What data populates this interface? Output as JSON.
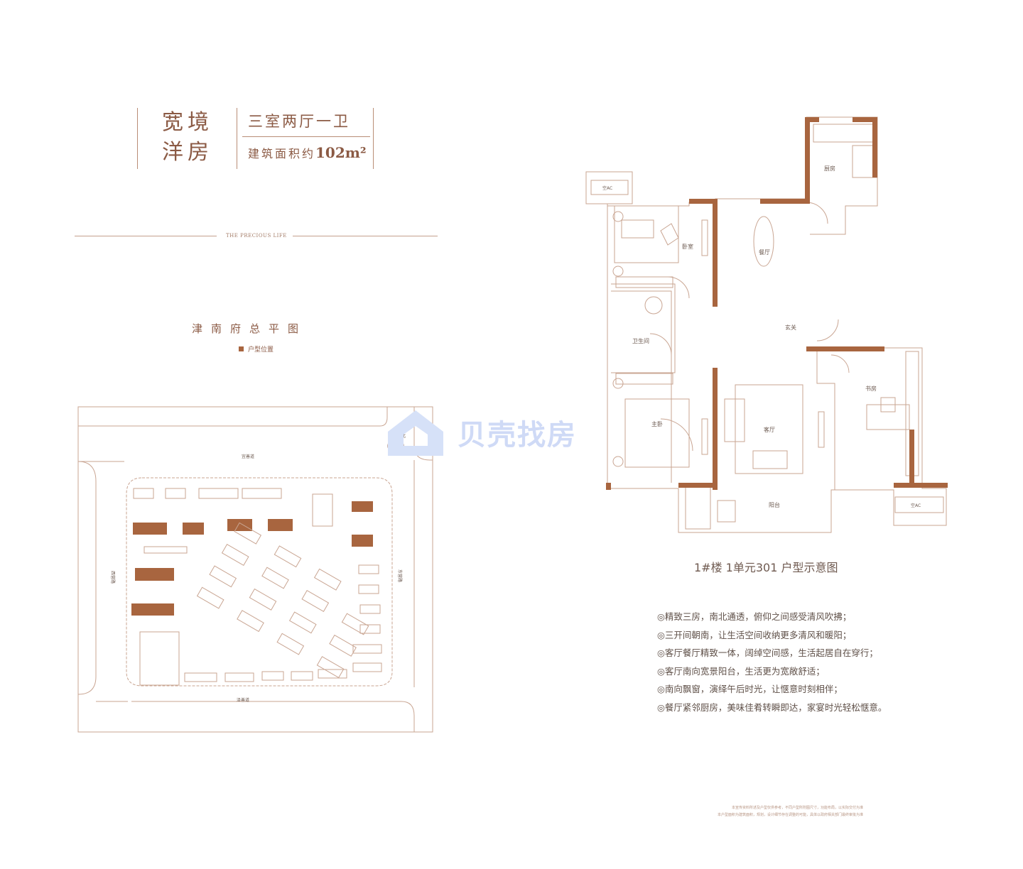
{
  "header": {
    "title_line1": "宽境",
    "title_line2": "洋房",
    "layout": "三室两厅一卫",
    "area_prefix": "建筑面积约",
    "area_value": "102m²"
  },
  "tagline": "THE PRECIOUS LIFE",
  "site_plan": {
    "title": "津南府总平图",
    "legend": "户型位置",
    "roads": {
      "north": "宜善道",
      "south": "泽善道",
      "west": "西营路",
      "east": "东营路"
    },
    "compass": "北"
  },
  "floor_plan": {
    "caption": "1#楼 1单元301 户型示意图",
    "rooms": {
      "kitchen": "厨房",
      "bedroom": "卧室",
      "dining": "餐厅",
      "foyer": "玄关",
      "bathroom": "卫生间",
      "study": "书房",
      "master": "主卧",
      "living": "客厅",
      "balcony": "阳台",
      "ac1": "空AC",
      "ac2": "空AC"
    }
  },
  "features": [
    "◎精致三房，南北通透，俯仰之间感受清风吹拂；",
    "◎三开间朝南，让生活空间收纳更多清风和暖阳；",
    "◎客厅餐厅精致一体，阔绰空间感，生活起居自在穿行；",
    "◎客厅南向宽景阳台，生活更为宽敞舒适；",
    "◎南向飘窗，演绎午后时光，让惬意时刻相伴；",
    "◎餐厅紧邻厨房，美味佳肴转瞬即达，家宴时光轻松惬意。"
  ],
  "disclaimer": [
    "本宣传资料所述及户型仅供参考，不同户型所附图尺寸，功能布局，以实际交付为准",
    "本户型面积为建筑面积，规划，设计细节存在调整的可能，具体以政府相关部门最终审批为准"
  ],
  "watermark": "贝壳找房",
  "colors": {
    "accent": "#a8653f",
    "line": "#c4a08d",
    "text": "#8b5a44"
  }
}
